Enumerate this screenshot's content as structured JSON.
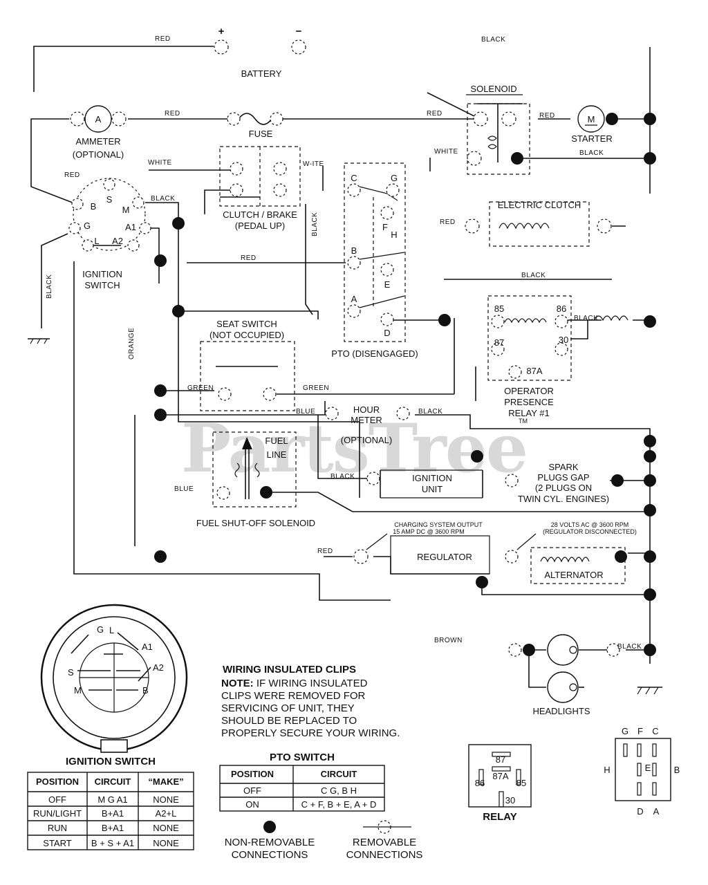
{
  "watermark": "PartsTree",
  "watermark_tm": "TM",
  "battery": {
    "label": "BATTERY",
    "plus": "+",
    "minus": "−"
  },
  "ammeter": {
    "label_1": "AMMETER",
    "label_2": "(OPTIONAL)",
    "symbol": "A"
  },
  "fuse": {
    "label": "FUSE"
  },
  "solenoid": {
    "label": "SOLENOID"
  },
  "starter": {
    "label": "STARTER",
    "symbol": "M"
  },
  "clutch_brake": {
    "label_1": "CLUTCH / BRAKE",
    "label_2": "(PEDAL UP)"
  },
  "electric_clutch": {
    "label": "ELECTRIC CLUTCH"
  },
  "ignition_switch": {
    "label_1": "IGNITION",
    "label_2": "SWITCH",
    "terminals": {
      "S": "S",
      "B": "B",
      "M": "M",
      "G": "G",
      "A1": "A1",
      "L": "L",
      "A2": "A2"
    }
  },
  "pto": {
    "label": "PTO (DISENGAGED)",
    "terminals": {
      "C": "C",
      "G": "G",
      "F": "F",
      "H": "H",
      "B": "B",
      "E": "E",
      "A": "A",
      "D": "D"
    }
  },
  "seat_switch": {
    "label_1": "SEAT SWITCH",
    "label_2": "(NOT OCCUPIED)"
  },
  "relay_block": {
    "label_1": "OPERATOR",
    "label_2": "PRESENCE",
    "label_3": "RELAY #1",
    "t85": "85",
    "t86": "86",
    "t87": "87",
    "t30": "30",
    "t87a": "87A"
  },
  "hour_meter": {
    "label_1": "HOUR",
    "label_2": "METER",
    "label_3": "(OPTIONAL)"
  },
  "fuel_solenoid": {
    "fuel_1": "FUEL",
    "fuel_2": "LINE",
    "label": "FUEL SHUT-OFF SOLENOID"
  },
  "ignition_unit": {
    "label_1": "IGNITION",
    "label_2": "UNIT"
  },
  "spark_plugs": {
    "label_1": "SPARK",
    "label_2": "PLUGS GAP",
    "label_3": "(2 PLUGS ON",
    "label_4": "TWIN CYL. ENGINES)"
  },
  "charging": {
    "output_1": "CHARGING SYSTEM OUTPUT",
    "output_2": "15 AMP DC @ 3600 RPM",
    "ac_1": "28 VOLTS AC @ 3600 RPM",
    "ac_2": "(REGULATOR DISCONNECTED)"
  },
  "regulator": {
    "label": "REGULATOR"
  },
  "alternator": {
    "label": "ALTERNATOR"
  },
  "headlights": {
    "label": "HEADLIGHTS"
  },
  "wire_labels": {
    "red": "RED",
    "black": "BLACK",
    "white": "WHITE",
    "white_top": "W-ITE",
    "green": "GREEN",
    "blue": "BLUE",
    "orange": "ORANGE",
    "brown": "BROWN"
  },
  "clips_note": {
    "title": "WIRING INSULATED CLIPS",
    "note_label": "NOTE:",
    "line_1": " IF WIRING INSULATED",
    "line_2": "CLIPS WERE REMOVED FOR",
    "line_3": "SERVICING OF UNIT, THEY",
    "line_4": "SHOULD BE REPLACED TO",
    "line_5": "PROPERLY SECURE YOUR WIRING."
  },
  "ignition_table": {
    "title": "IGNITION SWITCH",
    "headers": [
      "POSITION",
      "CIRCUIT",
      "“MAKE”"
    ],
    "rows": [
      [
        "OFF",
        "M  G  A1",
        "NONE"
      ],
      [
        "RUN/LIGHT",
        "B+A1",
        "A2+L"
      ],
      [
        "RUN",
        "B+A1",
        "NONE"
      ],
      [
        "START",
        "B + S + A1",
        "NONE"
      ]
    ]
  },
  "ignition_face": {
    "G": "G",
    "L": "L",
    "A1": "A1",
    "A2": "A2",
    "S": "S",
    "M": "M",
    "B": "B"
  },
  "pto_table": {
    "title": "PTO SWITCH",
    "headers": [
      "POSITION",
      "CIRCUIT"
    ],
    "rows": [
      [
        "OFF",
        "C  G, B  H"
      ],
      [
        "ON",
        "C + F, B + E, A + D"
      ]
    ]
  },
  "legend": {
    "nonremovable_1": "NON-REMOVABLE",
    "nonremovable_2": "CONNECTIONS",
    "removable_1": "REMOVABLE",
    "removable_2": "CONNECTIONS"
  },
  "relay_detail": {
    "title": "RELAY",
    "t87": "87",
    "t87a": "87A",
    "t86": "86",
    "t85": "85",
    "t30": "30"
  },
  "pto_detail": {
    "G": "G",
    "F": "F",
    "C": "C",
    "H": "H",
    "E": "E",
    "B": "B",
    "D": "D",
    "A": "A"
  }
}
